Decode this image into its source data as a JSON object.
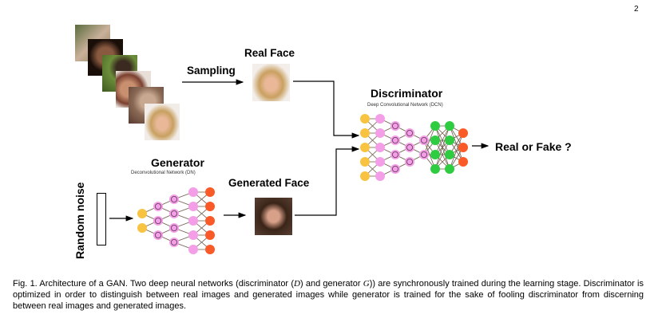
{
  "page_number": "2",
  "figure": {
    "sampling_label": "Sampling",
    "real_face_label": "Real Face",
    "discriminator": {
      "title": "Discriminator",
      "subtitle": "Deep Convolutional Network (DCN)"
    },
    "generator": {
      "title": "Generator",
      "subtitle": "Deconvolutional Network (DN)"
    },
    "generated_face_label": "Generated Face",
    "random_noise_label": "Random noise",
    "output_label": "Real or Fake ?",
    "colors": {
      "input_node": "#f9c342",
      "hidden_node": "#f59ee8",
      "conv_node": "#2ecc40",
      "output_node": "#fa5a28"
    }
  },
  "caption": {
    "prefix": "Fig. 1. Architecture of a GAN. Two deep neural networks (discriminator (",
    "d_symbol": "D",
    "middle": ") and generator ",
    "g_symbol": "G",
    "suffix": ")) are synchronously trained during the learning stage. Discriminator is optimized in order to distinguish between real images and generated images while generator is trained for the sake of fooling discriminator from discerning between real images and generated images."
  }
}
